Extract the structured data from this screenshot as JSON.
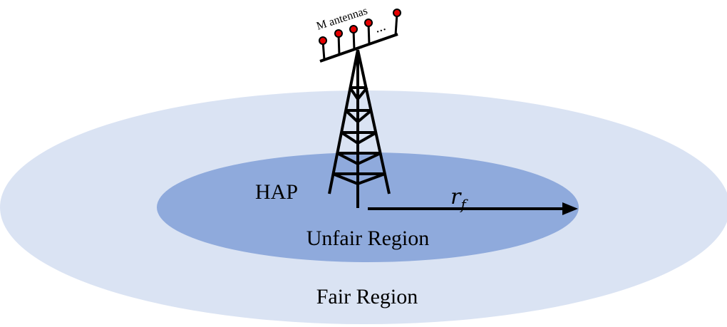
{
  "diagram": {
    "antenna_label": "M antennas",
    "antenna_ellipsis": "...",
    "tower_label": "HAP",
    "radius_label": "r",
    "radius_subscript": "f",
    "inner_region_label": "Unfair Region",
    "outer_region_label": "Fair Region"
  },
  "colors": {
    "outer_region": "#dae3f3",
    "inner_region": "#8faadc",
    "lines": "#000000",
    "antenna_tip": "#e60000"
  }
}
